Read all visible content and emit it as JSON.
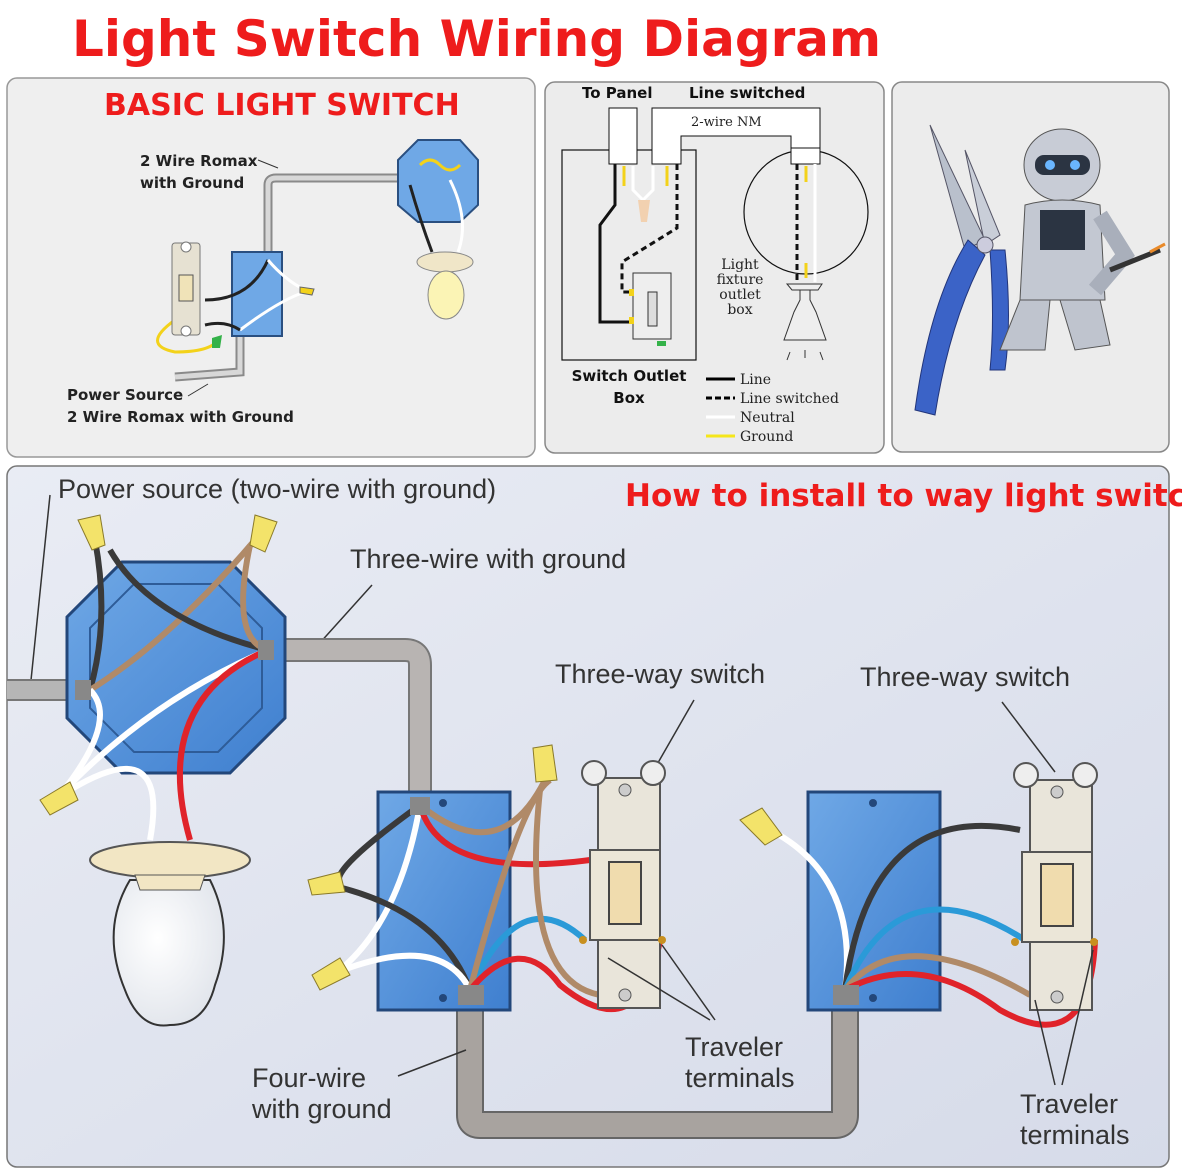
{
  "title": "Light Switch Wiring Diagram",
  "basic_panel": {
    "heading": "BASIC LIGHT SWITCH",
    "cable_label_line1": "2 Wire Romax",
    "cable_label_line2": "with Ground",
    "source_label_line1": "Power Source",
    "source_label_line2": "2 Wire Romax with Ground"
  },
  "schematic_panel": {
    "to_panel": "To Panel",
    "line_switched_top": "Line switched",
    "cable_type": "2-wire NM",
    "fixture_line1": "Light",
    "fixture_line2": "fixture",
    "fixture_line3": "outlet",
    "fixture_line4": "box",
    "switch_box_line1": "Switch Outlet",
    "switch_box_line2": "Box",
    "legend": [
      {
        "label": "Line",
        "style": "solid",
        "color": "#000000"
      },
      {
        "label": "Line switched",
        "style": "dashed",
        "color": "#000000"
      },
      {
        "label": "Neutral",
        "style": "solid",
        "color": "#ffffff"
      },
      {
        "label": "Ground",
        "style": "solid",
        "color": "#f5e61a"
      }
    ]
  },
  "image_panel": {
    "subject": "robot-with-pliers"
  },
  "three_way_panel": {
    "heading": "How to install to way light switch",
    "power_source": "Power source (two-wire with ground)",
    "three_wire": "Three-wire with ground",
    "switch_label_1": "Three-way switch",
    "switch_label_2": "Three-way switch",
    "traveler_1_line1": "Traveler",
    "traveler_1_line2": "terminals",
    "traveler_2_line1": "Traveler",
    "traveler_2_line2": "terminals",
    "four_wire_line1": "Four-wire",
    "four_wire_line2": "with ground"
  },
  "colors": {
    "title_red": "#ee1c1c",
    "box_blue": "#4a8fd8",
    "wire_red": "#e0232a",
    "wire_blue": "#2a9ad8",
    "wire_tan": "#b08a68",
    "wire_black": "#3a3a3a",
    "connector_yellow": "#f3e36a"
  }
}
